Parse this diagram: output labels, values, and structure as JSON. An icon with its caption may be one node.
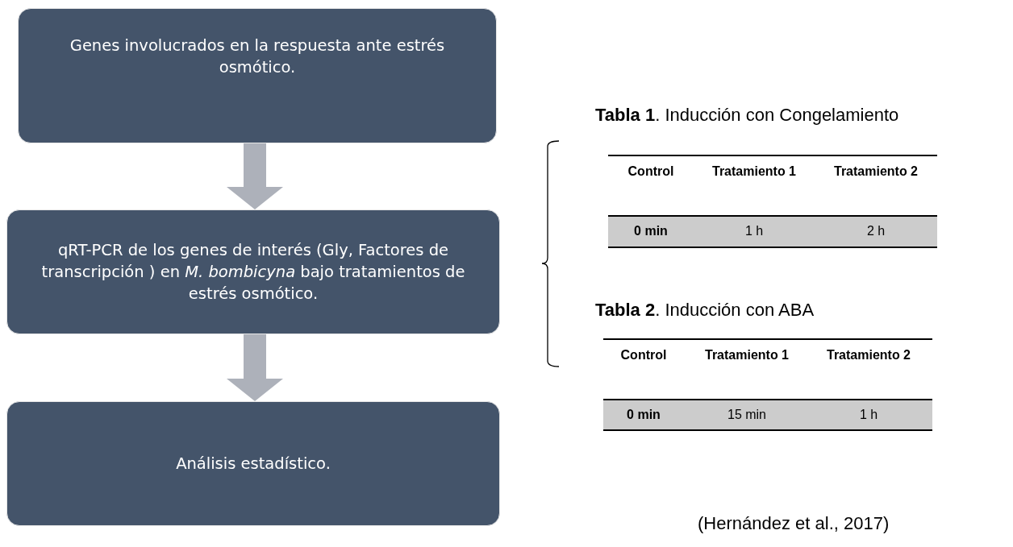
{
  "diagram": {
    "nodes": [
      {
        "text": [
          "Genes involucrados en la respuesta ante estrés osmótico."
        ]
      },
      {
        "text": [
          "qRT-PCR de los genes de interés (Gly, Factores de transcripción ) en *M. bombicyna* bajo tratamientos de estrés osmótico."
        ]
      },
      {
        "text": [
          "Análisis estadístico."
        ]
      }
    ],
    "edges": [
      {
        "from": 0,
        "to": 1,
        "arrow": "to"
      },
      {
        "from": 1,
        "to": 2,
        "arrow": "to"
      }
    ],
    "labels": [
      "**Tabla 1**. Inducción con Congelamiento",
      "Control",
      "Tratamiento 1",
      "Tratamiento 2",
      "0 min",
      "1 h",
      "2 h",
      "**Tabla 2**. Inducción con ABA",
      "Control",
      "Tratamiento 1",
      "Tratamiento 2",
      "0 min",
      "15 min",
      "1 h",
      "(Hernández et al., 2017)"
    ]
  }
}
